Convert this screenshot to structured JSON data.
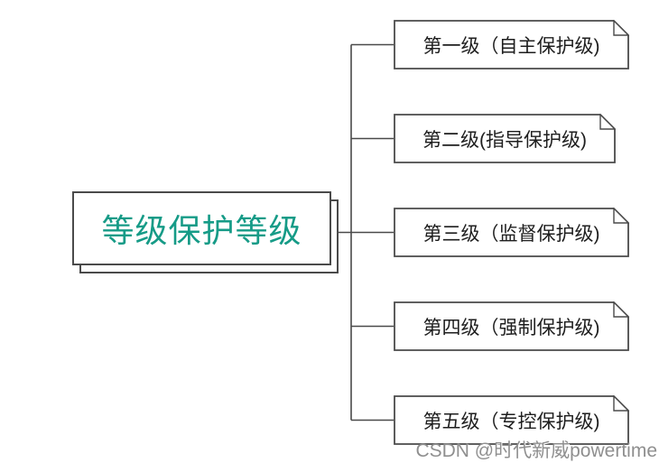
{
  "root": {
    "label": "等级保护等级"
  },
  "nodes": [
    {
      "label": "第一级（自主保护级)"
    },
    {
      "label": "第二级(指导保护级)"
    },
    {
      "label": "第三级（监督保护级)"
    },
    {
      "label": "第四级（强制保护级)"
    },
    {
      "label": "第五级（专控保护级)"
    }
  ],
  "watermark": {
    "text": "CSDN @时代新威powertime"
  },
  "colors": {
    "line": "#4a4a4a",
    "root_text": "#169b87",
    "node_text": "#1e1e1e",
    "watermark": "#8f8f8f",
    "background": "#ffffff"
  }
}
